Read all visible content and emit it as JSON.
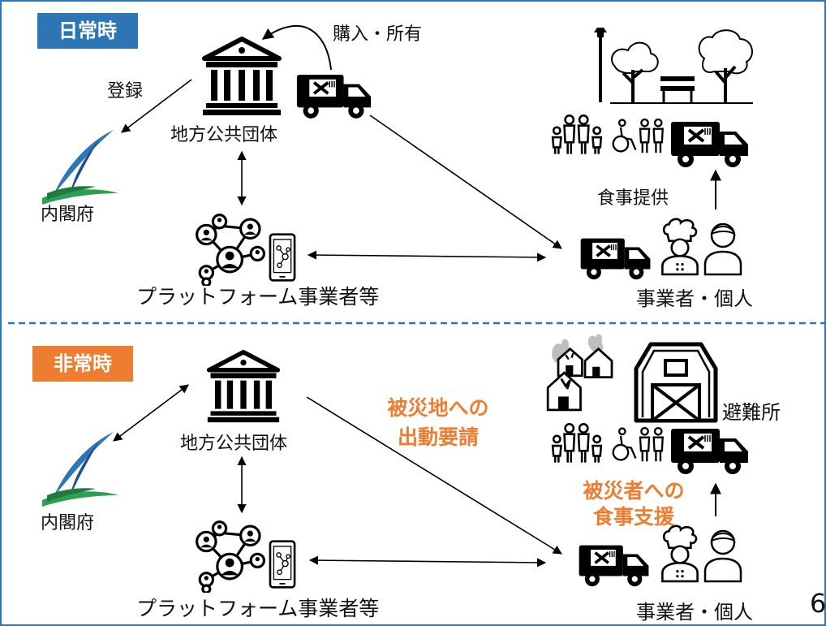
{
  "normal": {
    "badge": "日常時",
    "purchase": "購入・所有",
    "register": "登録",
    "local_gov": "地方公共団体",
    "cabinet": "内閣府",
    "platform": "プラットフォーム事業者等",
    "provide_meal": "食事提供",
    "operator": "事業者・個人"
  },
  "emergency": {
    "badge": "非常時",
    "local_gov": "地方公共団体",
    "cabinet": "内閣府",
    "dispatch_line1": "被災地への",
    "dispatch_line2": "出動要請",
    "shelter": "避難所",
    "support_line1": "被災者への",
    "support_line2": "食事支援",
    "platform": "プラットフォーム事業者等",
    "operator": "事業者・個人"
  },
  "page_number": "6",
  "colors": {
    "normal_badge": "#2E75B6",
    "emergency_badge": "#ED7D31",
    "divider": "#2E75B6",
    "frame": "#2E75B6",
    "highlight_text": "#ED7D31"
  },
  "icons": [
    "government-building-icon",
    "food-truck-icon",
    "cabinet-office-logo-icon",
    "network-icon",
    "smartphone-icon",
    "park-icon",
    "family-icon",
    "wheelchair-icon",
    "chef-icon",
    "person-icon",
    "damaged-house-icon",
    "barn-shelter-icon"
  ]
}
